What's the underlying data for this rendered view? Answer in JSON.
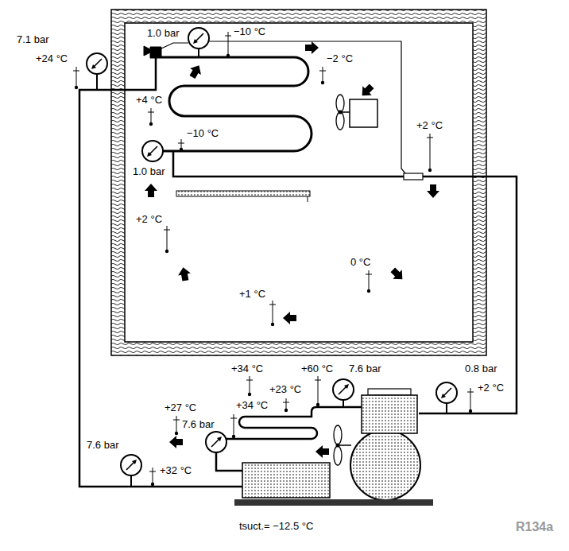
{
  "diagram": {
    "caption": "tsuct.= −12.5 °C",
    "labels": [
      "7.1 bar",
      "+24 °C",
      "1.0 bar",
      "−10 °C",
      "−2 °C",
      "+4 °C",
      "−10 °C",
      "+2 °C",
      "1.0 bar",
      "+2 °C",
      "0 °C",
      "+1 °C",
      "+34 °C",
      "+60 °C",
      "7.6 bar",
      "0.8 bar",
      "+23 °C",
      "+2 °C",
      "+27 °C",
      "+34 °C",
      "7.6 bar",
      "7.6 bar",
      "+32 °C",
      "R134a"
    ]
  }
}
